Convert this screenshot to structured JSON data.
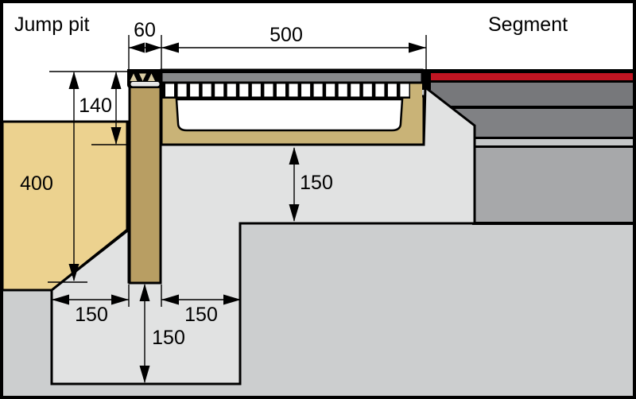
{
  "diagram": {
    "labels": {
      "left_area": "Jump pit",
      "right_area": "Segment"
    },
    "dimensions": {
      "board_width": "60",
      "channel_cover_width": "500",
      "board_height_above_channel_base": "140",
      "jump_pit_depth": "400",
      "concrete_below_channel": "150",
      "foundation_left_offset": "150",
      "foundation_right_offset": "150",
      "foundation_depth_below_board": "150"
    },
    "grating": {
      "slot_count": 20
    },
    "colors": {
      "sand": "#ecd28f",
      "board_wood": "#b89e63",
      "channel_body": "#c9b377",
      "concrete": "#e1e2e2",
      "ground": "#cccecf",
      "grate_frame": "#87888a",
      "track_red": "#c01522",
      "asphalt_upper": "#77787b",
      "asphalt_lower": "#808184",
      "base_light_strip": "#c5c7c8",
      "base_middle": "#a7a8aa",
      "outline": "#000000",
      "white": "#ffffff"
    }
  }
}
